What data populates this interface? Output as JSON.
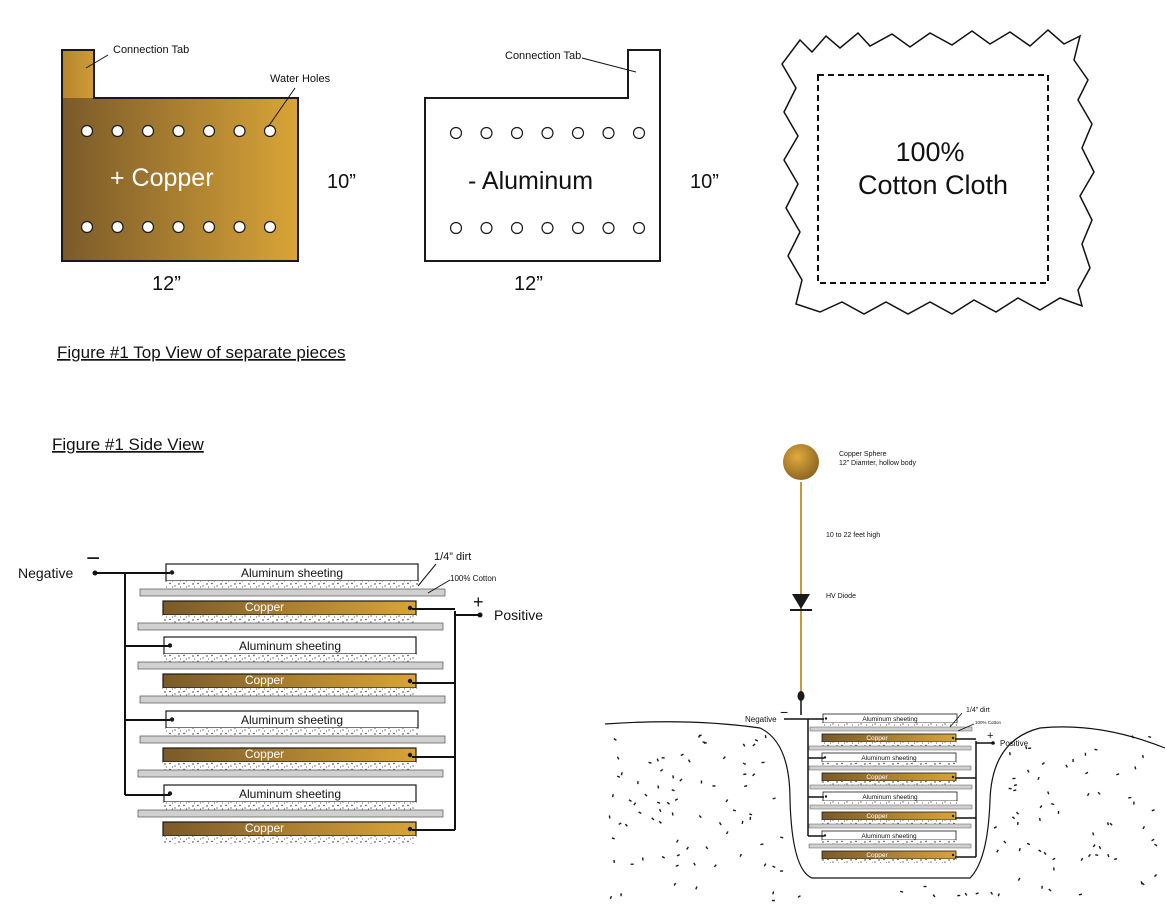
{
  "figures": {
    "top_caption": "Figure #1 Top View of separate pieces",
    "side_caption": "Figure #1 Side View"
  },
  "copper_plate": {
    "tab_label": "Connection Tab",
    "holes_label": "Water Holes",
    "label": "+ Copper",
    "height_dim": "10”",
    "width_dim": "12”"
  },
  "aluminum_plate": {
    "tab_label": "Connection Tab",
    "label": "- Aluminum",
    "height_dim": "10”",
    "width_dim": "12”"
  },
  "cloth": {
    "line1": "100%",
    "line2": "Cotton Cloth"
  },
  "side_view": {
    "negative_label": "Negative",
    "negative_sign": "−",
    "positive_label": "Positive",
    "positive_sign": "+",
    "dirt_label": "1/4” dirt",
    "cotton_label": "100% Cotton",
    "aluminum_label": "Aluminum sheeting",
    "copper_label": "Copper"
  },
  "tower": {
    "sphere_line1": "Copper Sphere",
    "sphere_line2": "12” Diamter, hollow body",
    "height_label": "10 to 22 feet high",
    "diode_label": "HV Diode",
    "negative_label": "Negative",
    "negative_sign": "−",
    "positive_label": "Positive",
    "positive_sign": "+",
    "dirt_label": "1/4” dirt",
    "cotton_label": "100% Cotton",
    "aluminum_label": "Aluminum sheeting",
    "copper_label": "Copper"
  },
  "colors": {
    "copper_dark": "#7a5a2a",
    "copper_light": "#d9a437",
    "outline": "#1a1a1a",
    "cloth_strip": "#d0d0d0"
  }
}
